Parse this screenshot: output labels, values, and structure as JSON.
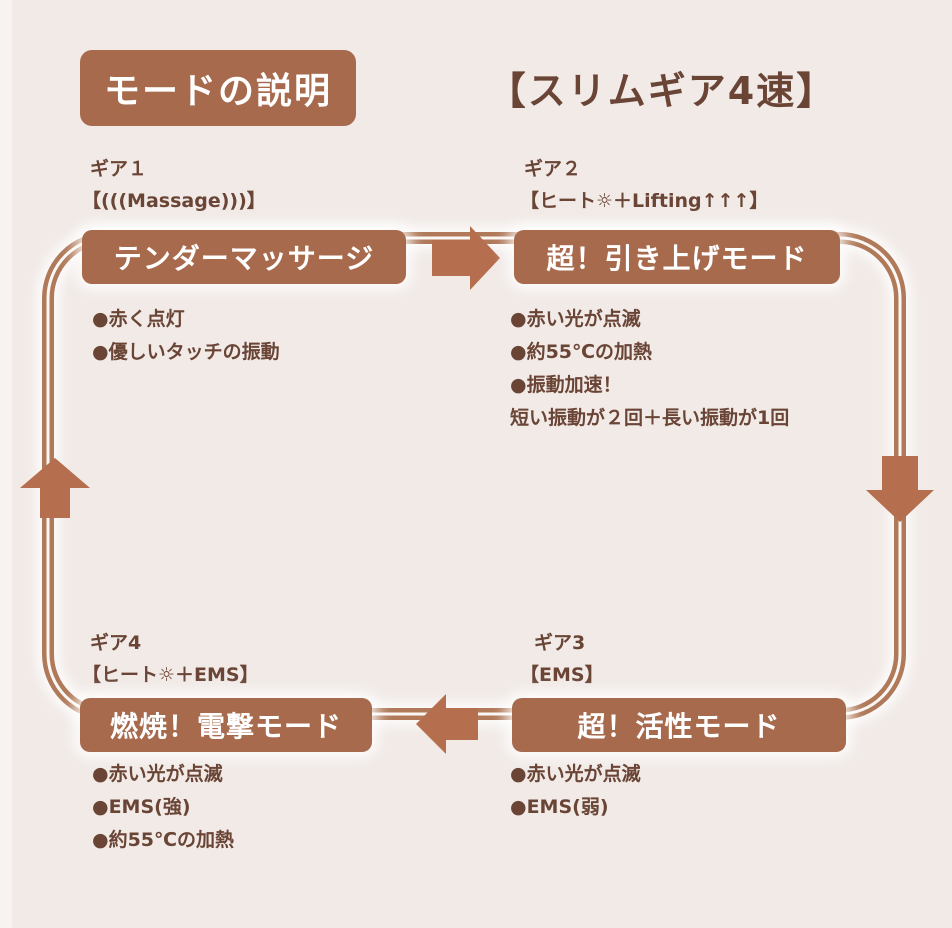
{
  "title": "モードの説明",
  "subtitle": "【スリムギア4速】",
  "gears": [
    {
      "gear": "ギア１",
      "sub": "【(((Massage)))】",
      "mode": "テンダーマッサージ",
      "details": [
        "●赤く点灯",
        "●優しいタッチの振動"
      ]
    },
    {
      "gear": "ギア２",
      "sub": "【ヒート☼＋Lifting↑↑↑】",
      "mode": "超！引き上げモード",
      "details": [
        "●赤い光が点滅",
        "●約55℃の加熱",
        "●振動加速！",
        "短い振動が２回＋長い振動が1回"
      ]
    },
    {
      "gear": "ギア3",
      "sub": "【EMS】",
      "mode": "超！活性モード",
      "details": [
        "●赤い光が点滅",
        "●EMS(弱)"
      ]
    },
    {
      "gear": "ギア4",
      "sub": "【ヒート☼＋EMS】",
      "mode": "燃焼！電撃モード",
      "details": [
        "●赤い光が点滅",
        "●EMS(強)",
        "●約55℃の加熱"
      ]
    }
  ],
  "colors": {
    "accent": "#a86a4d",
    "text": "#6a4536",
    "track": "#b07a5a",
    "background": "#f1eae7"
  },
  "icons": {
    "arrows": [
      "arrow-right-icon",
      "arrow-down-icon",
      "arrow-left-icon",
      "arrow-up-icon"
    ]
  }
}
